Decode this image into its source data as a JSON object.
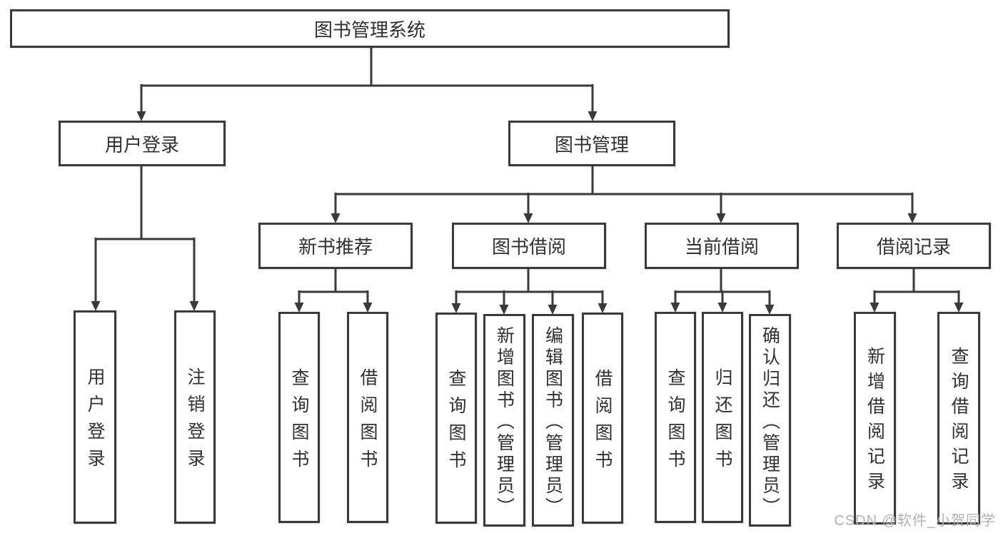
{
  "title": "图书管理系统",
  "watermark": "CSDN @软件_小贺同学",
  "nodes": {
    "root": "图书管理系统",
    "user_login": "用户登录",
    "book_management": "图书管理",
    "new_book_recommend": "新书推荐",
    "book_borrow": "图书借阅",
    "current_borrow": "当前借阅",
    "borrow_records": "借阅记录",
    "leaf_user_login": "用户登录",
    "leaf_logout": "注销登录",
    "leaf_nbr_query_books": "查询图书",
    "leaf_nbr_borrow_books": "借阅图书",
    "leaf_bb_query_books": "查询图书",
    "leaf_bb_add_books_admin": "新增图书（管理员）",
    "leaf_bb_edit_books_admin": "编辑图书（管理员）",
    "leaf_bb_borrow_books": "借阅图书",
    "leaf_cb_query_books": "查询图书",
    "leaf_cb_return_books": "归还图书",
    "leaf_cb_confirm_return_admin": "确认归还（管理员）",
    "leaf_br_add_record": "新增借阅记录",
    "leaf_br_query_record": "查询借阅记录"
  },
  "colors": {
    "line": "#3a3a3a",
    "text": "#303030",
    "watermark": "#b2b2b2",
    "background": "#ffffff"
  }
}
